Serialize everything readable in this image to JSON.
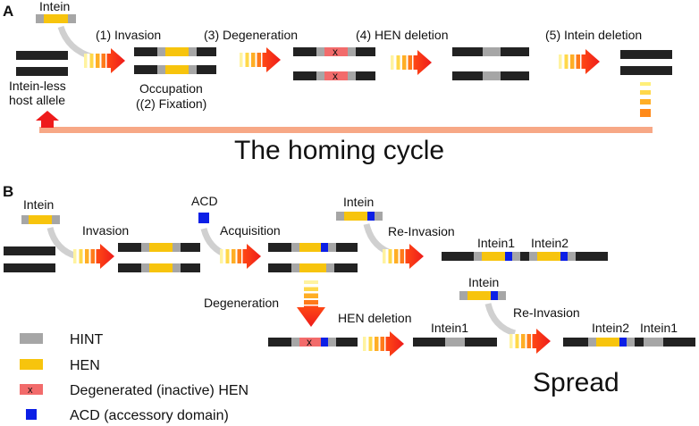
{
  "panel_a": {
    "letter": "A",
    "intein": "Intein",
    "step1": "(1) Invasion",
    "step3": "(3) Degeneration",
    "step4": "(4) HEN deletion",
    "step5": "(5) Intein deletion",
    "host_line1": "Intein-less",
    "host_line2": "host allele",
    "occupation_line1": "Occupation",
    "occupation_line2": "((2) Fixation)",
    "cycle_title": "The homing cycle"
  },
  "panel_b": {
    "letter": "B",
    "intein": "Intein",
    "invasion": "Invasion",
    "acd": "ACD",
    "acquisition": "Acquisition",
    "intein_top": "Intein",
    "reinvasion_top": "Re-Invasion",
    "intein1_top": "Intein1",
    "intein2_top": "Intein2",
    "degeneration": "Degeneration",
    "hen_deletion": "HEN deletion",
    "intein1_mid": "Intein1",
    "intein_mid": "Intein",
    "reinvasion_mid": "Re-Invasion",
    "intein2_bot": "Intein2",
    "intein1_bot": "Intein1",
    "spread": "Spread"
  },
  "legend": {
    "hint": "HINT",
    "hen": "HEN",
    "degenerated": "Degenerated (inactive) HEN",
    "acd": "ACD (accessory domain)"
  },
  "marks": {
    "x": "x"
  },
  "colors": {
    "host": "#222222",
    "hint": "#a6a6a6",
    "hen": "#f7c40d",
    "degenerated": "#f26b6b",
    "acd": "#0c1fe6",
    "cycle": "#f7a886",
    "arrow_head": "#ee1b1b"
  }
}
